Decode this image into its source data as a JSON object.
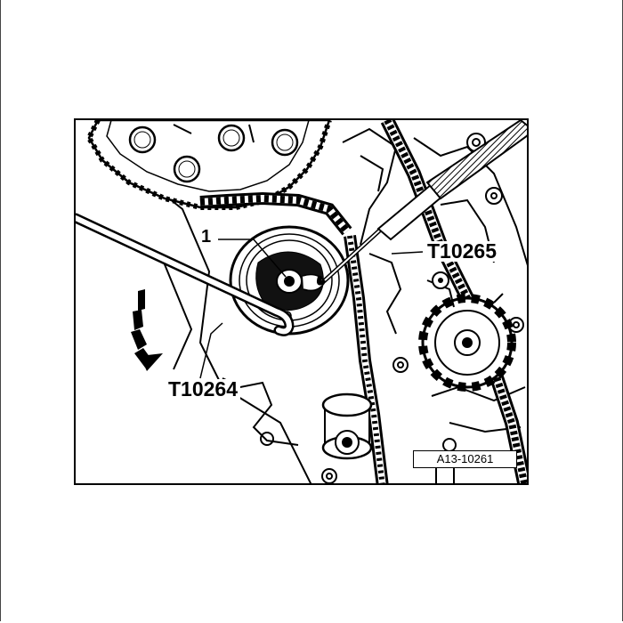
{
  "figure": {
    "callouts": {
      "part_1": "1",
      "tool_t10265": "T10265",
      "tool_t10264": "T10264"
    },
    "figure_id": "A13-10261"
  }
}
